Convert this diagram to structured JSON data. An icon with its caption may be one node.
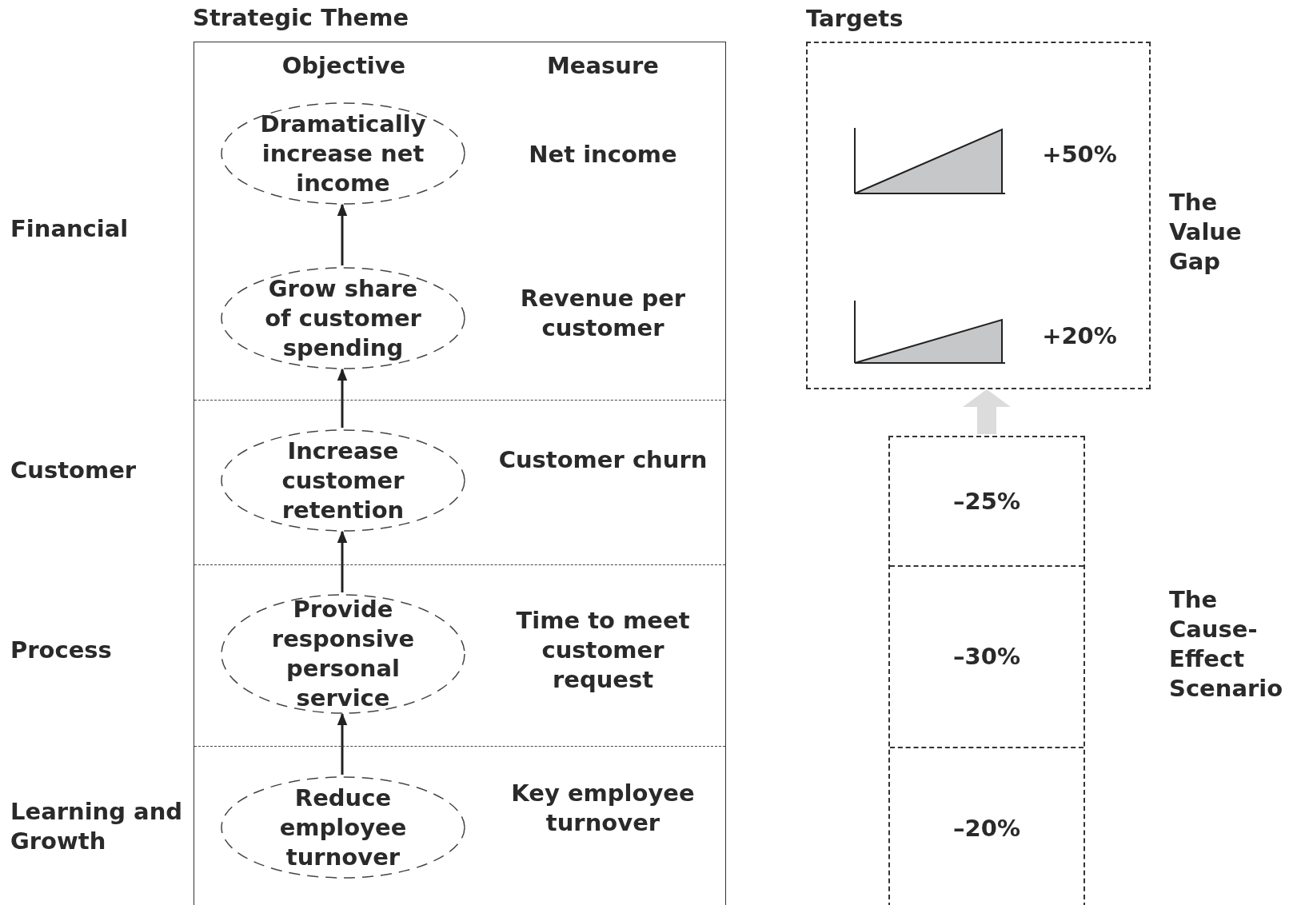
{
  "diagram": {
    "nodes": [
      {
        "text": [
          "Strategic Theme"
        ]
      },
      {
        "text": [
          "Dramatically increase net income"
        ],
        "in": 0
      },
      {
        "text": [
          "Grow share of customer spending"
        ],
        "in": 0
      },
      {
        "text": [
          "Increase customer retention"
        ],
        "in": 0
      },
      {
        "text": [
          "Provide responsive personal service"
        ],
        "in": 0
      },
      {
        "text": [
          "Reduce employee turnover"
        ],
        "in": 0
      },
      {
        "text": [
          "Targets"
        ]
      },
      {
        "text": [],
        "shape": "box"
      },
      {
        "text": [
          "–25%"
        ],
        "in": 7
      },
      {
        "text": [
          "–30%"
        ],
        "in": 7
      },
      {
        "text": [
          "–20%"
        ],
        "in": 7
      }
    ],
    "edges": [
      {
        "from": 2,
        "to": 1,
        "arrow": "to"
      },
      {
        "from": 3,
        "to": 2,
        "arrow": "to"
      },
      {
        "from": 4,
        "to": 3,
        "arrow": "to"
      },
      {
        "from": 5,
        "to": 4,
        "arrow": "to"
      },
      {
        "from": 7,
        "to": 6,
        "arrow": "to",
        "style": "thick",
        "color": "#dcdcdc"
      }
    ],
    "labels": [
      "Objective",
      "Measure",
      "Net income",
      "Financial",
      "Revenue per customer",
      "+50%",
      "The Value Gap",
      "+20%",
      "Customer",
      "Customer churn",
      "Process",
      "Time to meet customer request",
      "The Cause-Effect Scenario",
      "Learning and Growth",
      "Key employee turnover"
    ]
  }
}
